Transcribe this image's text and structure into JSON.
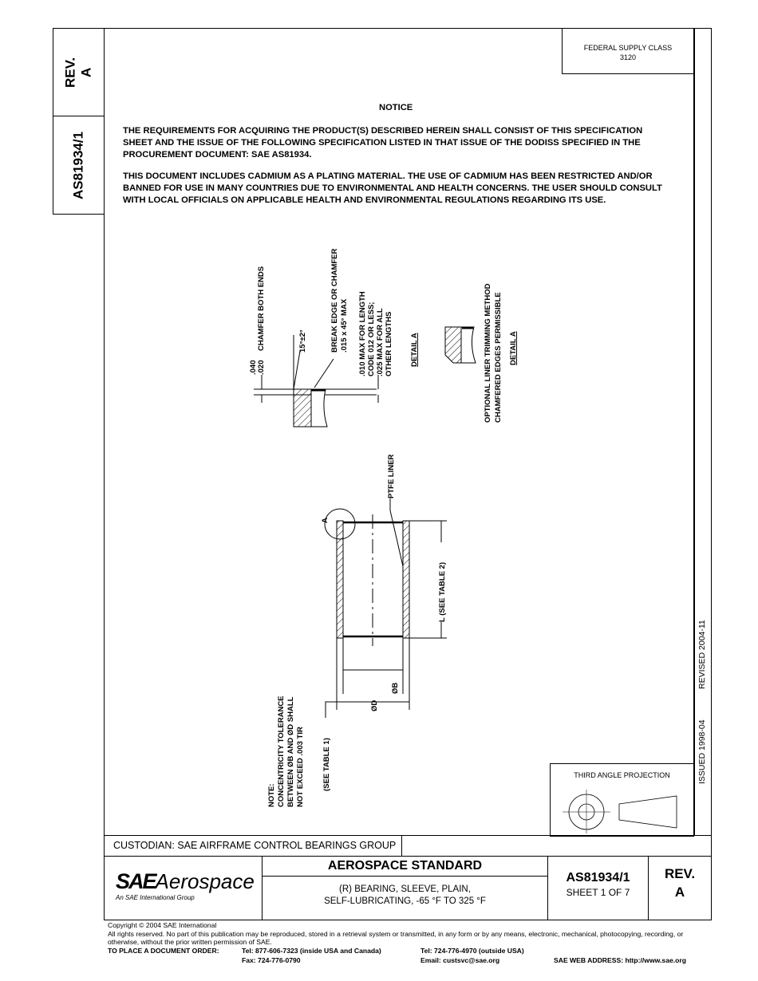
{
  "side": {
    "rev_label": "REV.",
    "rev_value": "A",
    "doc_number": "AS81934/1"
  },
  "federal_supply": {
    "label": "FEDERAL SUPPLY CLASS",
    "value": "3120"
  },
  "notice": {
    "title": "NOTICE",
    "paragraphs": [
      "THE REQUIREMENTS FOR ACQUIRING THE PRODUCT(S) DESCRIBED HEREIN SHALL CONSIST OF THIS SPECIFICATION SHEET AND THE ISSUE OF THE FOLLOWING SPECIFICATION LISTED IN THAT ISSUE OF THE DODISS SPECIFIED IN THE PROCUREMENT DOCUMENT:  SAE AS81934.",
      "THIS DOCUMENT INCLUDES CADMIUM AS A PLATING MATERIAL.  THE USE OF CADMIUM HAS BEEN RESTRICTED AND/OR BANNED FOR USE IN MANY COUNTRIES DUE TO ENVIRONMENTAL AND HEALTH CONCERNS.  THE USER SHOULD CONSULT WITH LOCAL OFFICIALS ON APPLICABLE HEALTH AND ENVIRONMENTAL REGULATIONS REGARDING ITS USE."
    ]
  },
  "drawing": {
    "detail1": {
      "chamfer_both_ends": "CHAMFER BOTH ENDS",
      "dim_max": ".040",
      "dim_min": ".020",
      "angle": "15°±2°",
      "break_edge": "BREAK EDGE OR CHAMFER",
      "break_edge_dim": ".015 x 45° MAX",
      "note_l1": ".010 MAX FOR LENGTH",
      "note_l2": "CODE 012 OR LESS;",
      "note_l3": ".025 MAX FOR ALL",
      "note_l4": "OTHER LENGTHS",
      "title": "DETAIL A"
    },
    "detail2": {
      "line1": "OPTIONAL LINER TRIMMING METHOD",
      "line2": "CHAMFERED EDGES PERMISSIBLE",
      "title": "DETAIL A"
    },
    "main": {
      "ptfe_liner": "PTFE LINER",
      "detail_ref": "A",
      "length": "L (SEE TABLE 2)",
      "dia_b": "ØB",
      "dia_d": "ØD",
      "see_table1": "(SEE TABLE 1)",
      "note_l1": "NOTE:",
      "note_l2": "CONCENTRICITY TOLERANCE",
      "note_l3": "BETWEEN ØB AND ØD SHALL",
      "note_l4": "NOT EXCEED .003 TIR"
    }
  },
  "margin": {
    "issued": "ISSUED 1998-04",
    "revised": "REVISED 2004-11"
  },
  "projection": {
    "label": "THIRD ANGLE PROJECTION"
  },
  "custodian": "CUSTODIAN: SAE AIRFRAME CONTROL BEARINGS GROUP",
  "title_block": {
    "logo_sae": "SAE",
    "logo_word": "Aerospace",
    "logo_tagline": "An SAE International Group",
    "standard": "AEROSPACE STANDARD",
    "title_l1": "(R) BEARING, SLEEVE, PLAIN,",
    "title_l2": "SELF-LUBRICATING, -65 °F TO 325 °F",
    "doc_number": "AS81934/1",
    "sheet": "SHEET 1 OF 7",
    "rev_label": "REV.",
    "rev_value": "A"
  },
  "footer": {
    "copyright": "Copyright © 2004 SAE International",
    "rights": "All rights reserved. No part of this publication may be reproduced, stored in a retrieval system or transmitted, in any form or by any means, electronic, mechanical, photocopying, recording, or otherwise, without the prior written permission of SAE.",
    "order_label": "TO PLACE A DOCUMENT ORDER:",
    "tel_inside": "Tel: 877-606-7323 (inside USA and Canada)",
    "fax": "Fax: 724-776-0790",
    "tel_outside": "Tel: 724-776-4970 (outside USA)",
    "email": "Email:  custsvc@sae.org",
    "web": "SAE WEB ADDRESS: http://www.sae.org"
  }
}
